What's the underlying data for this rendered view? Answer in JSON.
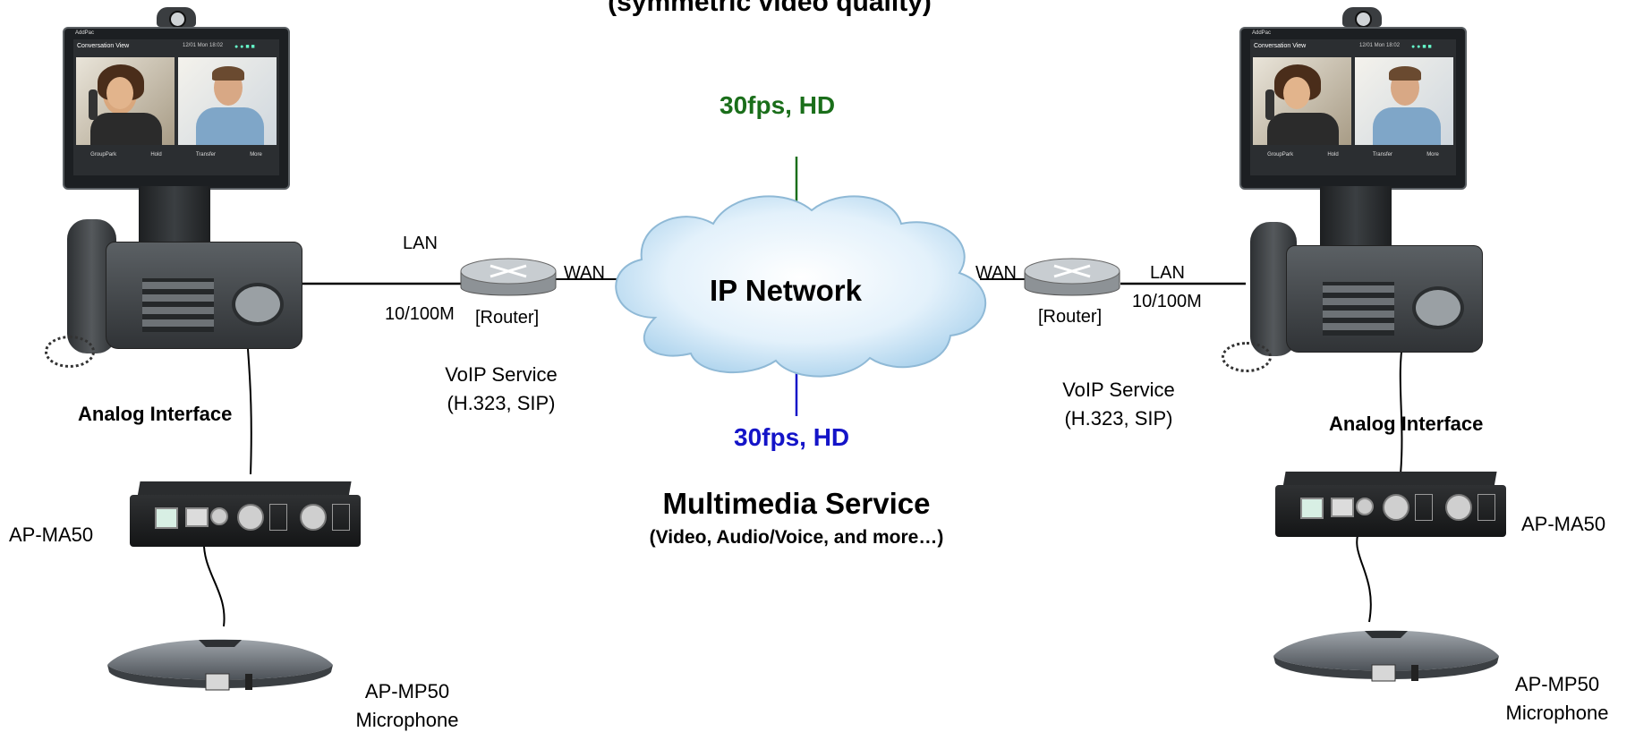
{
  "header_text": "(symmetric video quality)",
  "network": {
    "cloud_label": "IP Network",
    "downstream_rate": "30fps, HD",
    "upstream_rate": "30fps, HD",
    "downstream_color": "#1a6e1a",
    "upstream_color": "#1414c8"
  },
  "multimedia": {
    "title": "Multimedia Service",
    "subtitle": "(Video, Audio/Voice, and more…)"
  },
  "left": {
    "lan": "LAN",
    "wan": "WAN",
    "speed": "10/100M",
    "router": "[Router]",
    "voip_line1": "VoIP Service",
    "voip_line2": "(H.323, SIP)",
    "analog": "Analog Interface",
    "adapter": "AP-MA50",
    "mic_line1": "AP-MP50",
    "mic_line2": "Microphone",
    "screen_title": "Conversation View",
    "screen_time": "12/01 Mon 18:02",
    "screen_brand": "AddPac",
    "softkeys": [
      "GroupPark",
      "Hold",
      "Transfer",
      "More"
    ]
  },
  "right": {
    "lan": "LAN",
    "wan": "WAN",
    "speed": "10/100M",
    "router": "[Router]",
    "voip_line1": "VoIP Service",
    "voip_line2": "(H.323, SIP)",
    "analog": "Analog Interface",
    "adapter": "AP-MA50",
    "mic_line1": "AP-MP50",
    "mic_line2": "Microphone",
    "screen_title": "Conversation View",
    "screen_time": "12/01 Mon 18:02",
    "screen_brand": "AddPac",
    "softkeys": [
      "GroupPark",
      "Hold",
      "Transfer",
      "More"
    ]
  }
}
